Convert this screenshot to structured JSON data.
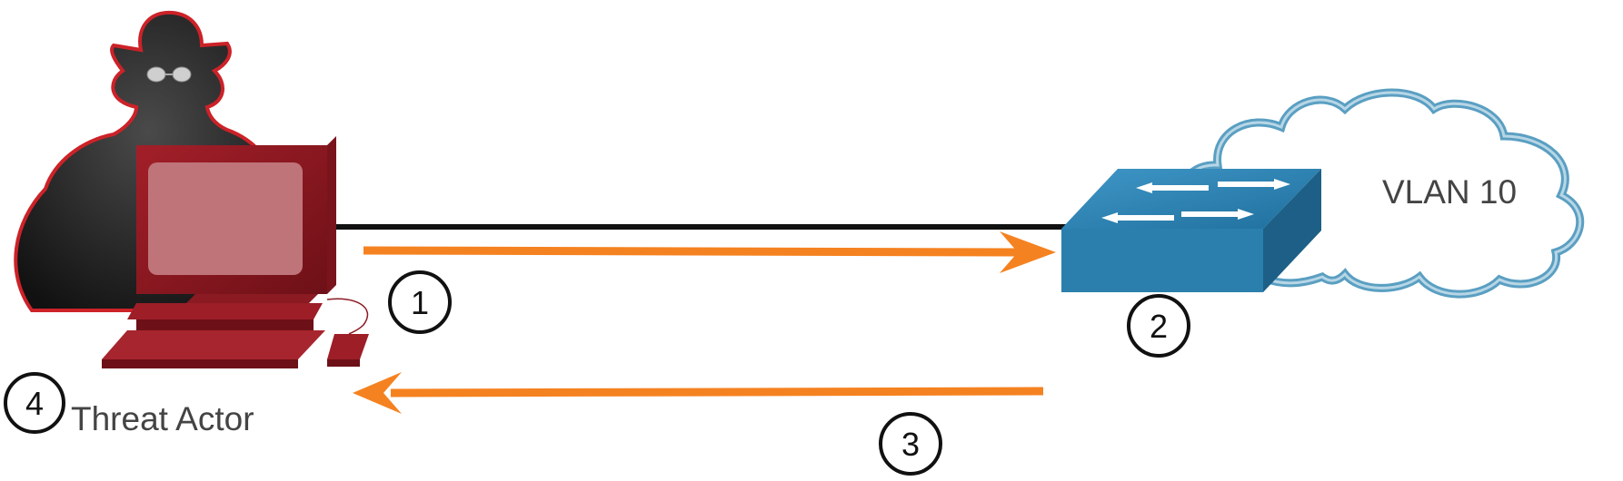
{
  "labels": {
    "threat_actor": "Threat Actor",
    "vlan": "VLAN 10"
  },
  "steps": [
    "1",
    "2",
    "3",
    "4"
  ],
  "colors": {
    "arrow": "#f58220",
    "link": "#111111",
    "switch": "#2b7fad",
    "cloud_stroke": "#5a9fc2",
    "computer": "#8b1a22",
    "actor_outline": "#cc2228"
  },
  "icons": {
    "threat_actor": "spy-figure-icon",
    "computer": "desktop-computer-icon",
    "switch": "network-switch-icon",
    "cloud": "cloud-icon"
  }
}
